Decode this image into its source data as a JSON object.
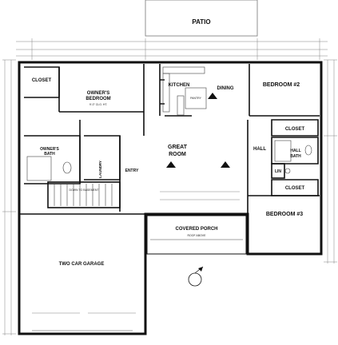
{
  "labels": {
    "patio": "PATIO",
    "closet_master": "CLOSET",
    "owners_bedroom_1": "OWNER'S",
    "owners_bedroom_2": "BEDROOM",
    "kitchen": "KITCHEN",
    "dining": "DINING",
    "bedroom2": "BEDROOM #2",
    "closet2": "CLOSET",
    "great_room_1": "GREAT",
    "great_room_2": "ROOM",
    "hall": "HALL",
    "hall_bath_1": "HALL",
    "hall_bath_2": "BATH",
    "linen": "LIN",
    "closet3": "CLOSET",
    "owners_bath_1": "OWNER'S",
    "owners_bath_2": "BATH",
    "laundry": "LAUNDRY",
    "entry": "ENTRY",
    "bedroom3": "BEDROOM #3",
    "covered_porch": "COVERED PORCH",
    "garage": "TWO CAR GARAGE"
  },
  "annotations": {
    "ceiling_9": "9'-0\" CLG. HT.",
    "pantry": "PANTRY",
    "down_to_basement": "DOWN TO BASEMENT",
    "porch_roof": "ROOF ABOVE"
  }
}
